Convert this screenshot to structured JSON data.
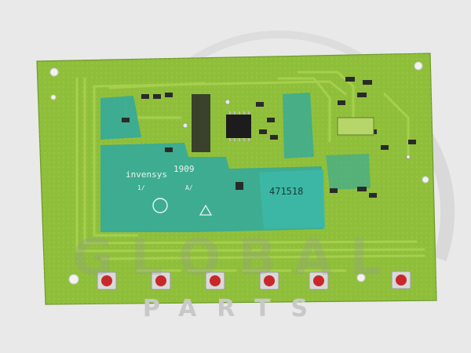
{
  "photo": {
    "subject": "green printed circuit board with six red tactile push buttons",
    "colors": {
      "background": "#e9e9e9",
      "pcb": "#8fbf3a",
      "pcb_trace": "#a6cf4e",
      "copper_pour": "#2fa8a0",
      "button_red": "#c8282a",
      "button_base": "#d9d9d9",
      "ic_body": "#1c1c1c"
    }
  },
  "watermark": {
    "line1": "GLOBAL",
    "line2": "PARTS"
  },
  "board_text": {
    "brand": "invensys",
    "code": "1909",
    "part": "471518",
    "marks": [
      "1/",
      "A/"
    ]
  }
}
